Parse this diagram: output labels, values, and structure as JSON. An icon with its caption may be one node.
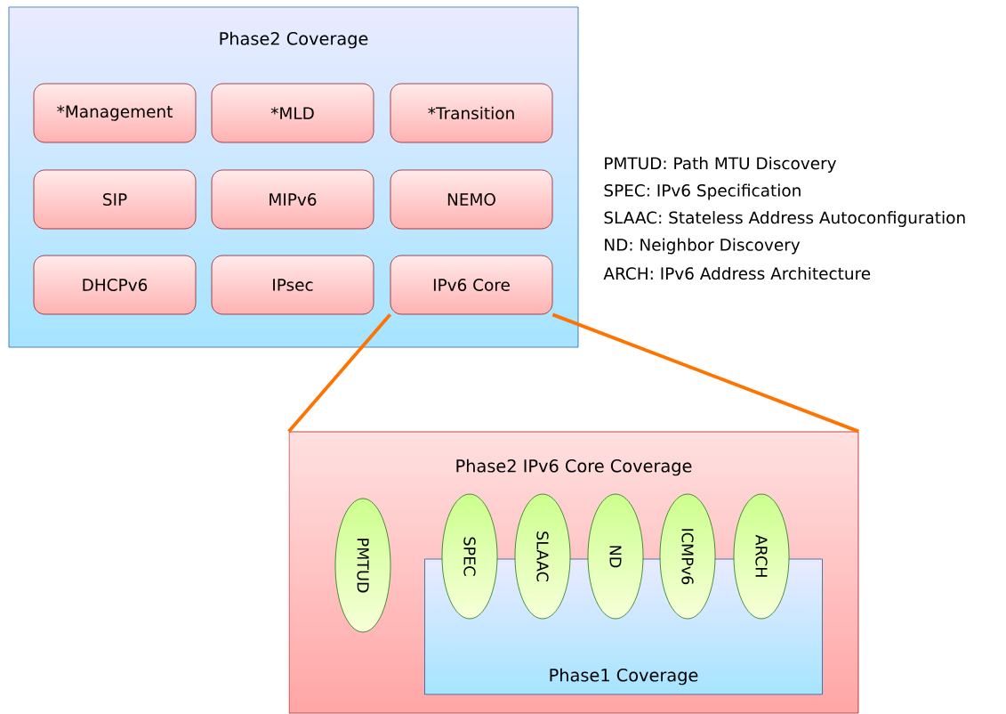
{
  "diagram": {
    "nodes": [
      {
        "text": [
          "Phase2 Coverage"
        ]
      },
      {
        "text": [
          "*Management"
        ],
        "in": 0
      },
      {
        "text": [
          "*MLD"
        ],
        "in": 0
      },
      {
        "text": [
          "*Transition"
        ],
        "in": 0
      },
      {
        "text": [
          "SIP"
        ],
        "in": 0
      },
      {
        "text": [
          "MIPv6"
        ],
        "in": 0
      },
      {
        "text": [
          "NEMO"
        ],
        "in": 0
      },
      {
        "text": [
          "DHCPv6"
        ],
        "in": 0
      },
      {
        "text": [
          "IPsec"
        ],
        "in": 0
      },
      {
        "text": [
          "IPv6 Core"
        ],
        "in": 0
      },
      {
        "text": [
          "Phase2 IPv6 Core Coverage"
        ]
      },
      {
        "text": [
          "PMTUD"
        ],
        "in": 10
      },
      {
        "text": [
          "SPEC"
        ],
        "in": 10
      },
      {
        "text": [
          "SLAAC"
        ],
        "in": 10
      },
      {
        "text": [
          "ND"
        ],
        "in": 10
      },
      {
        "text": [
          "ICMPv6"
        ],
        "in": 10
      },
      {
        "text": [
          "ARCH"
        ],
        "in": 10
      },
      {
        "text": [
          "Phase1 Coverage"
        ],
        "in": 10
      }
    ],
    "edges": [
      {
        "from": 9,
        "to": 10,
        "arrow": "none"
      },
      {
        "from": 9,
        "to": 10,
        "arrow": "none"
      }
    ],
    "labels": [
      "PMTUD: Path MTU Discovery",
      "SPEC: IPv6 Specification",
      "SLAAC: Stateless Address Autoconfiguration",
      "ND: Neighbor Discovery",
      "ARCH: IPv6 Address Architecture"
    ]
  }
}
